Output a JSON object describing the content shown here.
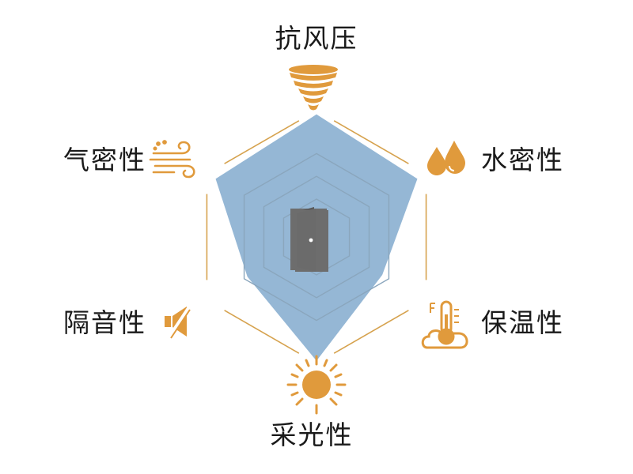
{
  "chart_data": {
    "type": "radar",
    "axes": [
      {
        "label": "抗风压",
        "icon": "tornado-icon",
        "value": 0.97
      },
      {
        "label": "水密性",
        "icon": "water-drops-icon",
        "value": 0.92
      },
      {
        "label": "保温性",
        "icon": "thermometer-icon",
        "value": 0.6
      },
      {
        "label": "采光性",
        "icon": "sun-icon",
        "value": 0.98
      },
      {
        "label": "隔音性",
        "icon": "mute-speaker-icon",
        "value": 0.63
      },
      {
        "label": "气密性",
        "icon": "wind-icon",
        "value": 0.92
      }
    ],
    "center_icon": "door-icon",
    "colors": {
      "grid": "#d6a24e",
      "inner_grid": "#8aa6bd",
      "fill": "#8fb3d3",
      "icon": "#e09a3c",
      "text": "#1a1a1a",
      "door": "#6d6d6d"
    }
  }
}
